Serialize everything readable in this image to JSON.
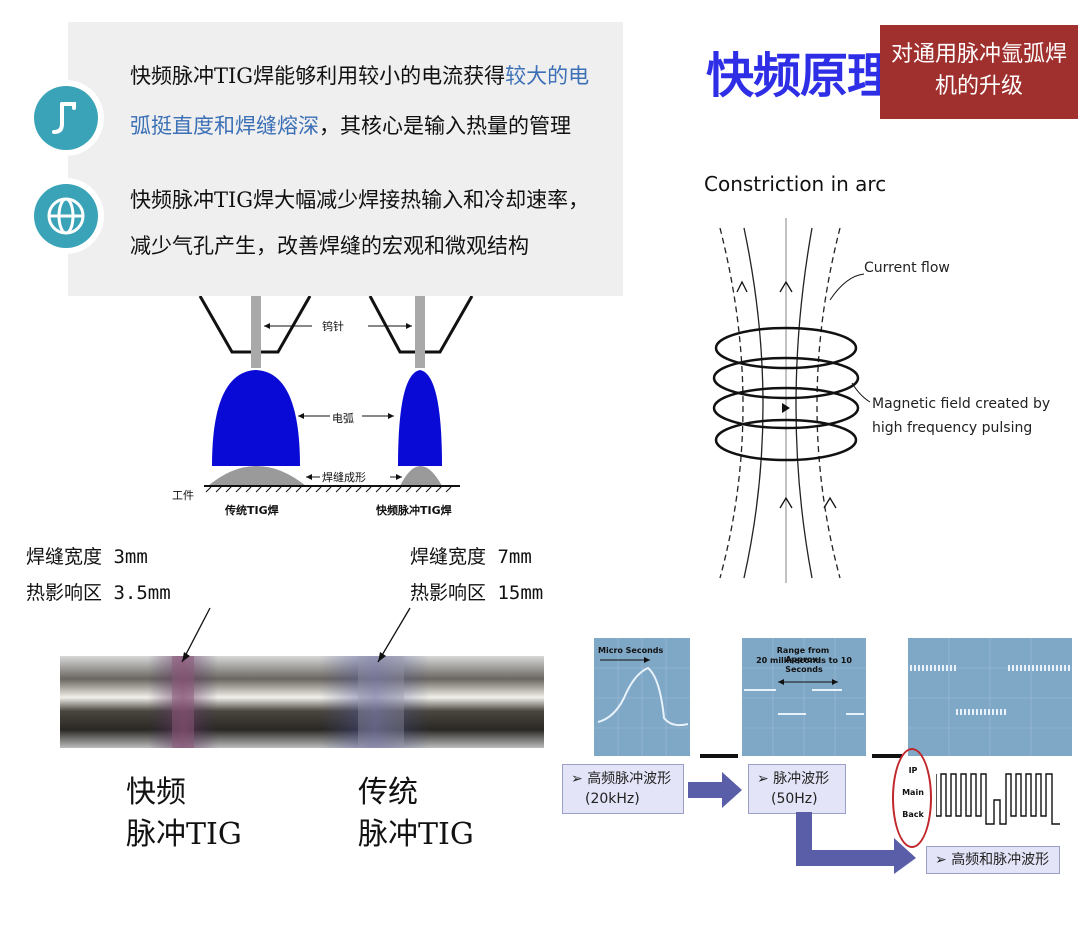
{
  "panel": {
    "line1_a": "快频脉冲TIG焊能够利用较小的电流获得",
    "line1_b": "较大的电",
    "line2_a": "弧挺直度和焊缝熔深",
    "line2_b": "，其核心是输入热量的管理",
    "line3": "快频脉冲TIG焊大幅减少焊接热输入和冷却速率，",
    "line4": "减少气孔产生，改善焊缝的宏观和微观结构"
  },
  "title": "快频原理",
  "badge": {
    "line1": "对通用脉冲氩弧焊",
    "line2": "机的升级"
  },
  "arc_diagram": {
    "tungsten": "钨针",
    "arc": "电弧",
    "bead": "焊缝成形",
    "workpiece": "工件",
    "left_caption": "传统TIG焊",
    "right_caption": "快频脉冲TIG焊"
  },
  "constriction": {
    "title": "Constriction in arc",
    "current_flow": "Current flow",
    "magnetic_1": "Magnetic field created by",
    "magnetic_2": "high frequency pulsing"
  },
  "measurements": {
    "left_width_label": "焊缝宽度",
    "left_width_value": "3mm",
    "left_haz_label": "热影响区",
    "left_haz_value": "3.5mm",
    "right_width_label": "焊缝宽度",
    "right_width_value": "7mm",
    "right_haz_label": "热影响区",
    "right_haz_value": "15mm"
  },
  "bottom_labels": {
    "left_1": "快频",
    "left_2": "脉冲TIG",
    "right_1": "传统",
    "right_2": "脉冲TIG"
  },
  "waveforms": {
    "micro_seconds": "Micro Seconds",
    "range_1": "Range from Approx.",
    "range_2": "20 milliseconds to 10 Seconds",
    "box1_line1": "高频脉冲波形",
    "box1_line2": "(20kHz)",
    "box2_line1": "脉冲波形",
    "box2_line2": "(50Hz)",
    "box3": "高频和脉冲波形",
    "ip": "IP",
    "main": "Main",
    "back": "Back",
    "bullet": "➢"
  }
}
